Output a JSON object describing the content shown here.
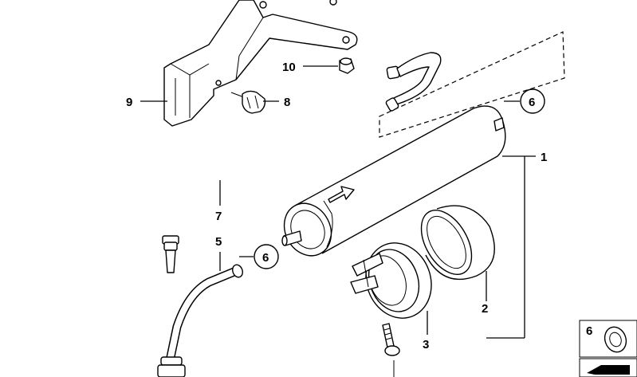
{
  "callouts": {
    "c1": "1",
    "c2": "2",
    "c3": "3",
    "c5": "5",
    "c6a": "6",
    "c6b": "6",
    "c7": "7",
    "c8": "8",
    "c9": "9",
    "c10": "10",
    "legend6": "6"
  }
}
